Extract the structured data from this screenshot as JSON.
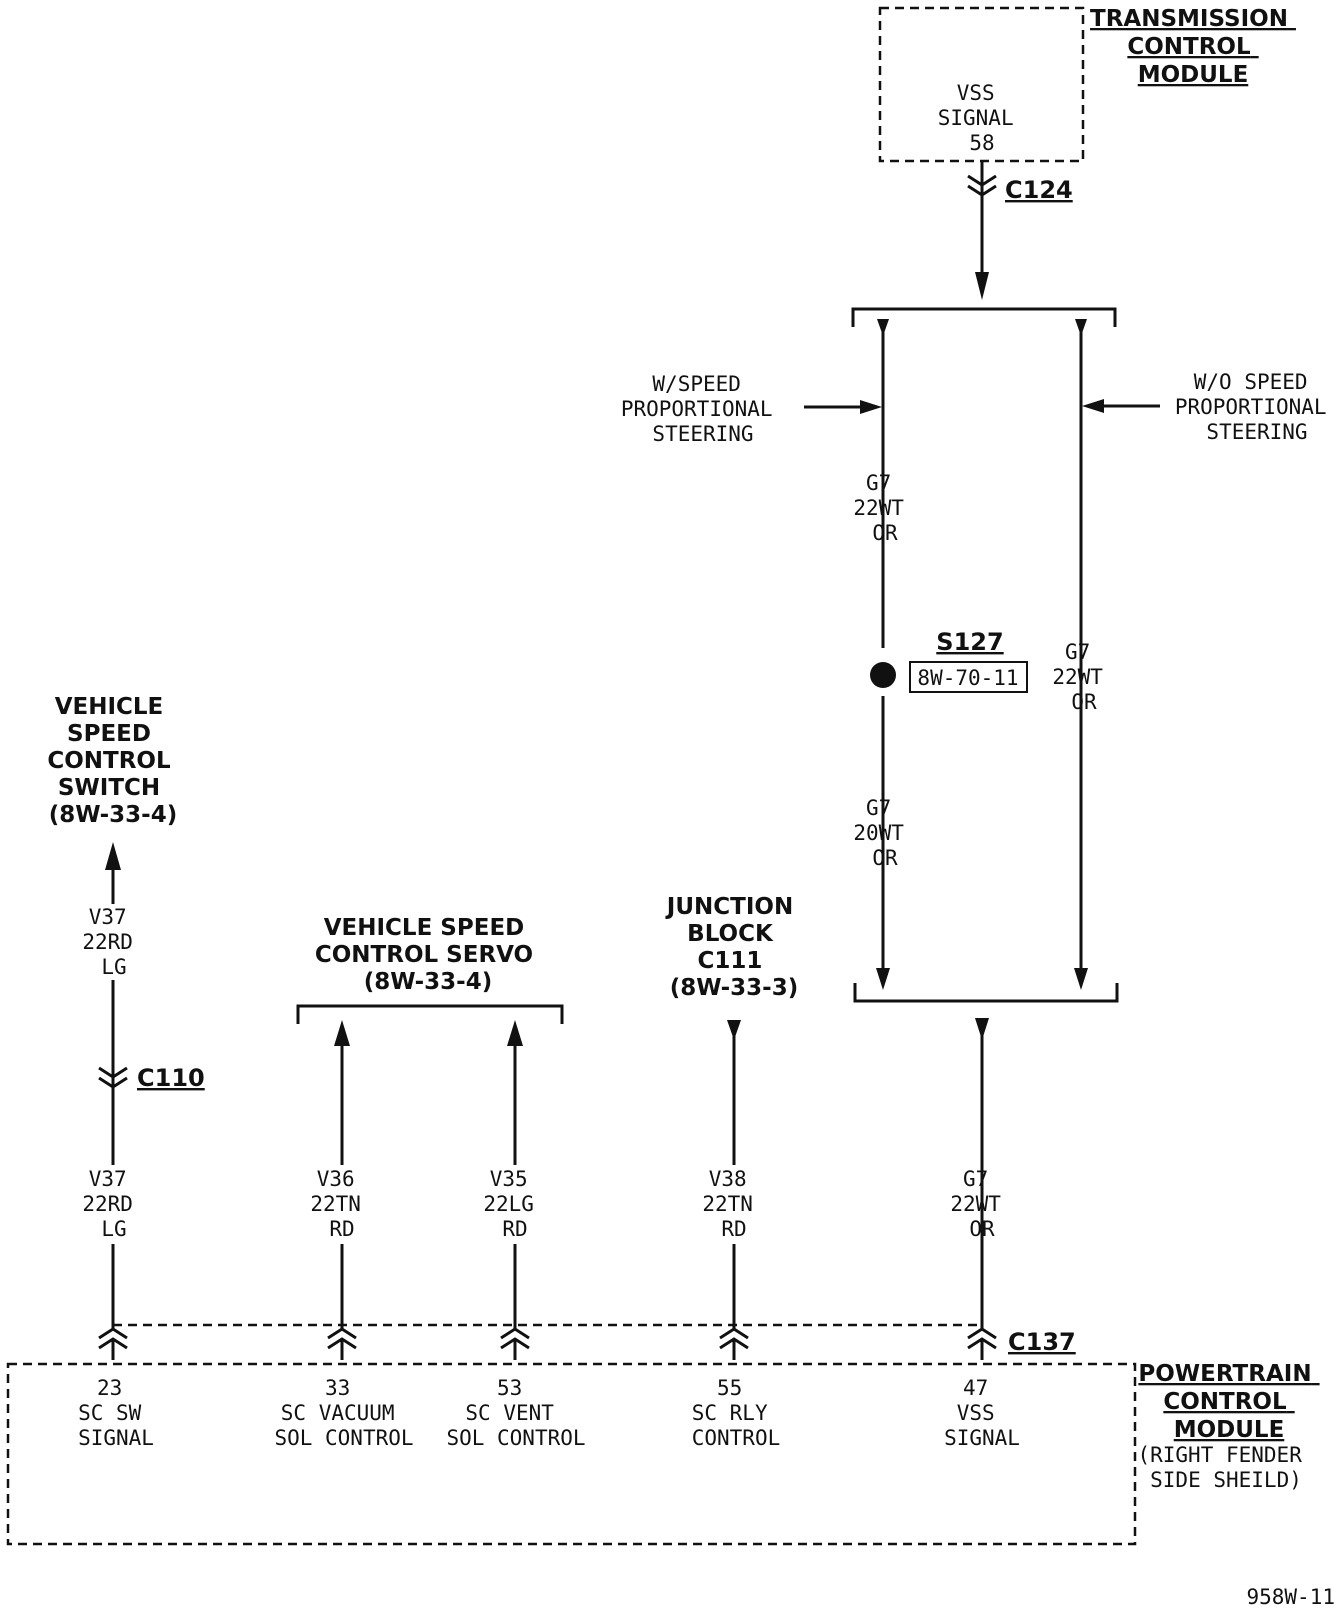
{
  "diagram_id": "958W-11",
  "tcm": {
    "title": [
      "TRANSMISSION",
      "CONTROL",
      "MODULE"
    ],
    "pin": [
      "VSS",
      "SIGNAL",
      "58"
    ],
    "connector": "C124"
  },
  "w_speed": [
    "W/SPEED",
    "PROPORTIONAL",
    "STEERING"
  ],
  "wo_speed": [
    "W/O SPEED",
    "PROPORTIONAL",
    "STEERING"
  ],
  "splice": {
    "id": "S127",
    "ref": "8W-70-11"
  },
  "wires": {
    "g7_upper_left": [
      "G7",
      "22WT",
      "OR"
    ],
    "g7_right": [
      "G7",
      "22WT",
      "OR"
    ],
    "g7_lower_left": [
      "G7",
      "20WT",
      "OR"
    ],
    "v37_upper": [
      "V37",
      "22RD",
      "LG"
    ],
    "v37_lower": [
      "V37",
      "22RD",
      "LG"
    ],
    "v36": [
      "V36",
      "22TN",
      "RD"
    ],
    "v35": [
      "V35",
      "22LG",
      "RD"
    ],
    "v38": [
      "V38",
      "22TN",
      "RD"
    ],
    "g7_bottom": [
      "G7",
      "22WT",
      "OR"
    ]
  },
  "switch": {
    "title": [
      "VEHICLE",
      "SPEED",
      "CONTROL",
      "SWITCH",
      "(8W-33-4)"
    ],
    "connector": "C110"
  },
  "servo": {
    "title": [
      "VEHICLE SPEED",
      "CONTROL SERVO",
      "(8W-33-4)"
    ]
  },
  "junction": {
    "title": [
      "JUNCTION",
      "BLOCK",
      "C111",
      "(8W-33-3)"
    ]
  },
  "pcm": {
    "title": [
      "POWERTRAIN",
      "CONTROL",
      "MODULE"
    ],
    "location": [
      "(RIGHT FENDER",
      "SIDE SHEILD)"
    ],
    "connector": "C137",
    "pins": [
      [
        "23",
        "SC SW",
        "SIGNAL"
      ],
      [
        "33",
        "SC VACUUM",
        "SOL CONTROL"
      ],
      [
        "53",
        "SC VENT",
        "SOL CONTROL"
      ],
      [
        "55",
        "SC RLY",
        "CONTROL"
      ],
      [
        "47",
        "VSS",
        "SIGNAL"
      ]
    ]
  }
}
